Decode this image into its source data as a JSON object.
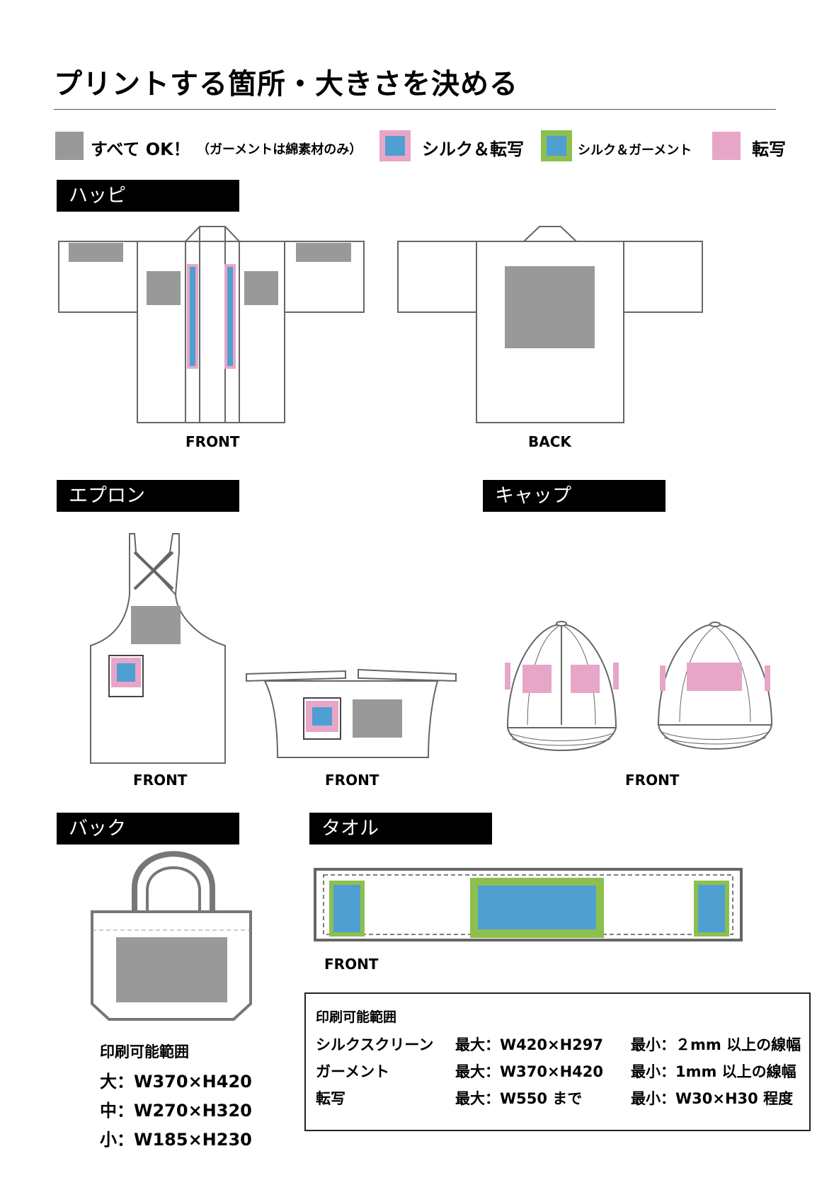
{
  "title": "プリントする箇所・大きさを決める",
  "colors": {
    "all_ok": "#999999",
    "silk_transfer_inner": "#4f9fd1",
    "silk_transfer_outer": "#e7a6c8",
    "silk_garment_outer": "#8dbf4f",
    "transfer": "#e7a6c8"
  },
  "legend": {
    "all_ok": "すべて OK！",
    "all_ok_note": "（ガーメントは綿素材のみ）",
    "silk_transfer": "シルク＆転写",
    "silk_garment": "シルク＆ガーメント",
    "transfer": "転写"
  },
  "sections": {
    "happi": "ハッピ",
    "apron": "エプロン",
    "cap": "キャップ",
    "bag": "バック",
    "towel": "タオル"
  },
  "captions": {
    "happi_front": "FRONT",
    "happi_back": "BACK",
    "apron_front": "FRONT",
    "waist_apron_front": "FRONT",
    "cap_front": "FRONT",
    "towel_front": "FRONT"
  },
  "bag_area": {
    "heading": "印刷可能範囲",
    "large": "大：W370×H420",
    "medium": "中：W270×H320",
    "small": "小：W185×H230"
  },
  "print_area": {
    "heading": "印刷可能範囲",
    "rows": [
      {
        "method": "シルクスクリーン",
        "max": "最大：W420×H297",
        "min": "最小：２mm 以上の線幅"
      },
      {
        "method": "ガーメント",
        "max": "最大：W370×H420",
        "min": "最小：1mm 以上の線幅"
      },
      {
        "method": "転写",
        "max": "最大：W550 まで",
        "min": "最小：W30×H30 程度"
      }
    ]
  }
}
